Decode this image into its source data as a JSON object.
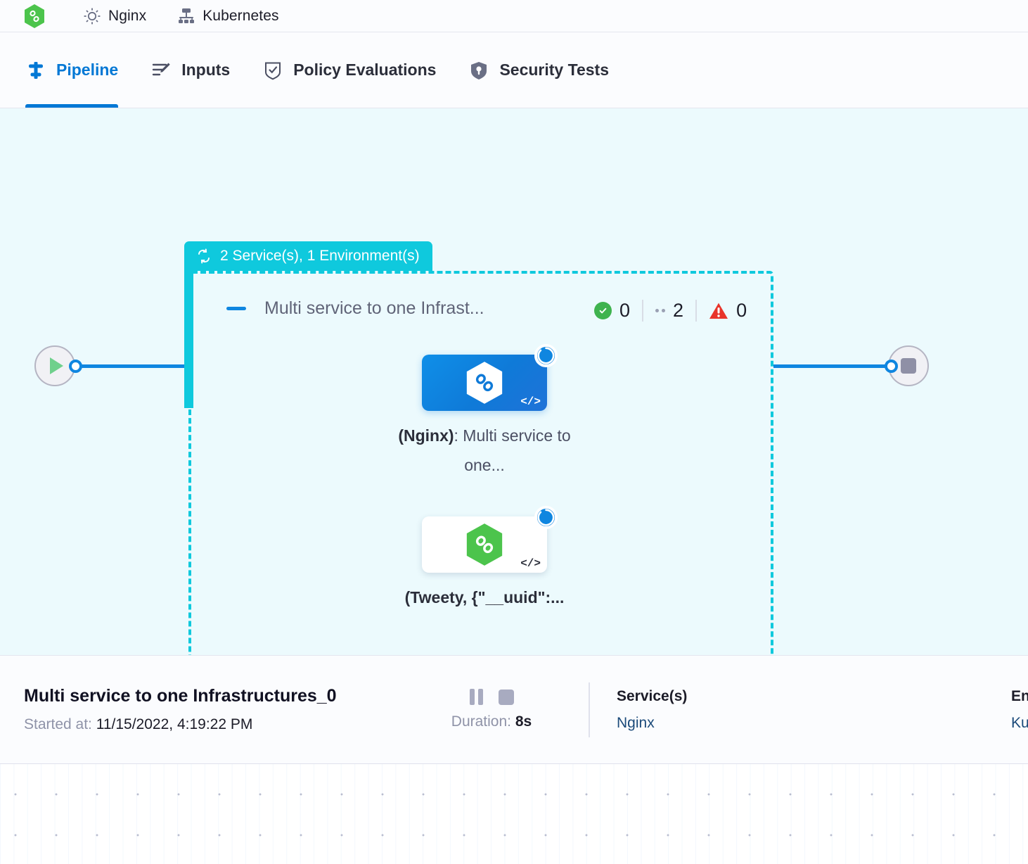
{
  "breadcrumb": {
    "items": [
      {
        "icon": "harness-hexagon-icon",
        "label": ""
      },
      {
        "icon": "gear-icon",
        "label": "Nginx"
      },
      {
        "icon": "infrastructure-icon",
        "label": "Kubernetes"
      }
    ]
  },
  "tabs": [
    {
      "id": "pipeline",
      "label": "Pipeline",
      "icon": "pipeline-icon",
      "active": true
    },
    {
      "id": "inputs",
      "label": "Inputs",
      "icon": "inputs-icon",
      "active": false
    },
    {
      "id": "policy-evaluations",
      "label": "Policy Evaluations",
      "icon": "policy-shield-check-icon",
      "active": false
    },
    {
      "id": "security-tests",
      "label": "Security Tests",
      "icon": "security-shield-icon",
      "active": false
    }
  ],
  "pipeline": {
    "start_node": {
      "name": "start-node",
      "icon": "play-icon"
    },
    "end_node": {
      "name": "end-node",
      "icon": "stop-icon"
    },
    "group": {
      "tab_label": "2 Service(s), 1 Environment(s)",
      "tab_icon": "rotate-loop-icon",
      "collapse_icon": "collapse-minus-icon",
      "title": "Multi service to one Infrast...",
      "accent_color": "#0fc9dd",
      "counters": [
        {
          "id": "success",
          "icon": "check-circle-icon",
          "value": "0",
          "color": "#3fb34f"
        },
        {
          "id": "running",
          "icon": "dots-icon",
          "value": "2",
          "color": "#9aa0b3"
        },
        {
          "id": "failed",
          "icon": "warning-triangle-icon",
          "value": "0",
          "color": "#e8342a"
        }
      ],
      "steps": [
        {
          "id": "nginx-step",
          "selected": true,
          "icon": "service-hexagon-icon",
          "icon_color": "#ffffff",
          "status_icon": "spinner-running-icon",
          "code_glyph": "</>",
          "label_bold": "(Nginx)",
          "label_rest": ": Multi service to one..."
        },
        {
          "id": "tweety-step",
          "selected": false,
          "icon": "service-hexagon-icon",
          "icon_color": "#4cc44c",
          "status_icon": "spinner-running-icon",
          "code_glyph": "</>",
          "label_bold": "(Tweety, {\"__uuid\":...",
          "label_rest": ""
        }
      ]
    }
  },
  "detail": {
    "title": "Multi service to one Infrastructures_0",
    "started_label": "Started at:",
    "started_value": "11/15/2022, 4:19:22 PM",
    "pause_icon": "pause-icon",
    "stop_icon": "stop-icon",
    "duration_label": "Duration:",
    "duration_value": "8s",
    "services_title": "Service(s)",
    "services_value": "Nginx",
    "environments_title": "Environment(s)",
    "environments_value": "Kubernetes"
  }
}
